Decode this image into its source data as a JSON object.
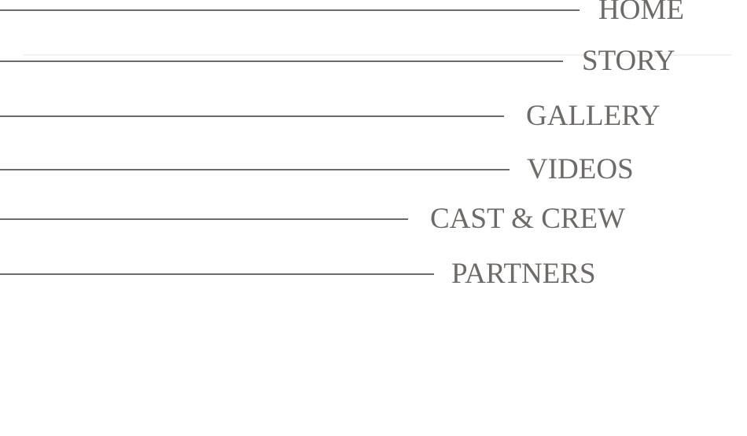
{
  "nav": {
    "items": [
      {
        "label": "HOME"
      },
      {
        "label": "STORY"
      },
      {
        "label": "GALLERY"
      },
      {
        "label": "VIDEOS"
      },
      {
        "label": "CAST & CREW"
      },
      {
        "label": "PARTNERS"
      }
    ]
  },
  "colors": {
    "text": "#6e6a67",
    "line": "#6e6a67"
  }
}
